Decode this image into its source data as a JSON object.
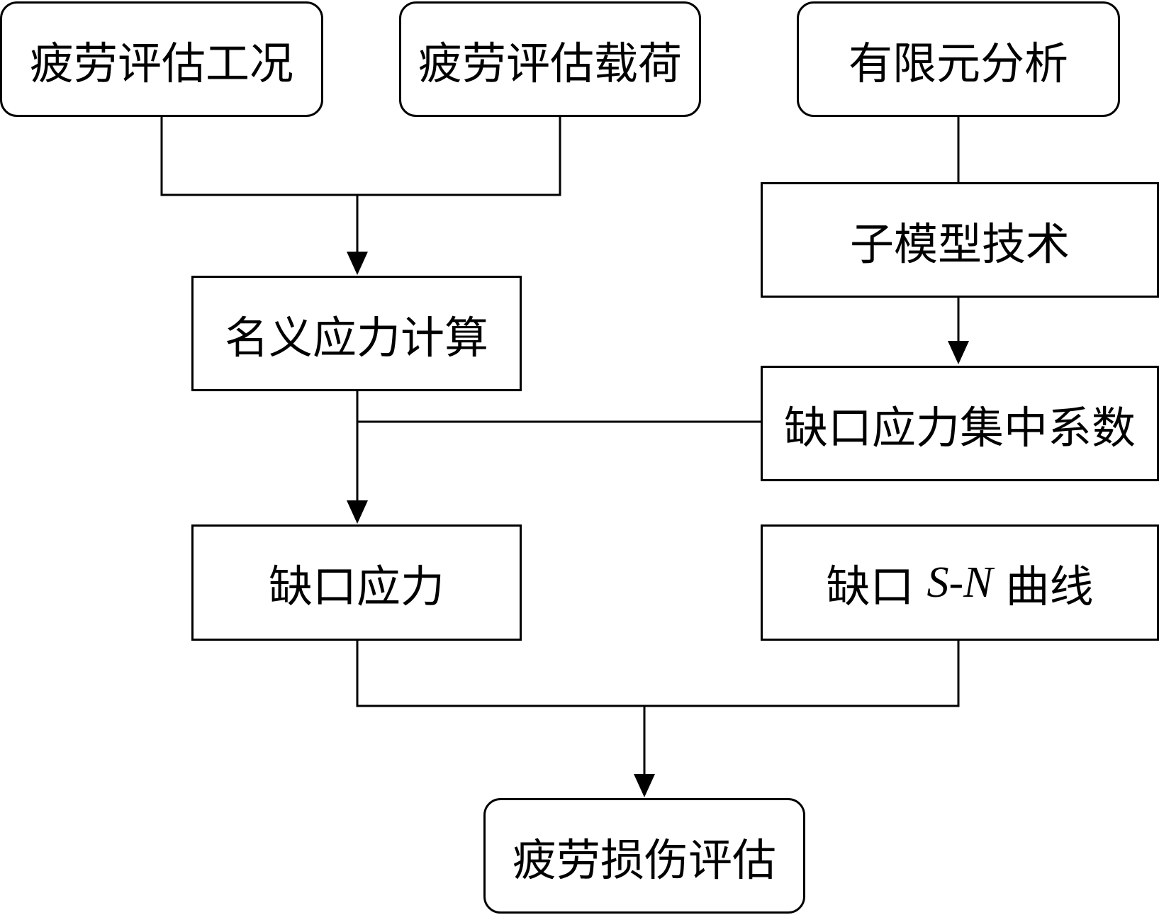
{
  "nodes": {
    "fatigue_condition": "疲劳评估工况",
    "fatigue_load": "疲劳评估载荷",
    "fea": "有限元分析",
    "submodel": "子模型技术",
    "nominal_stress": "名义应力计算",
    "scf": "缺口应力集中系数",
    "notch_stress": "缺口应力",
    "sn_curve": {
      "prefix": "缺口",
      "italic": "S-N",
      "suffix": "曲线"
    },
    "damage_assessment": "疲劳损伤评估"
  }
}
